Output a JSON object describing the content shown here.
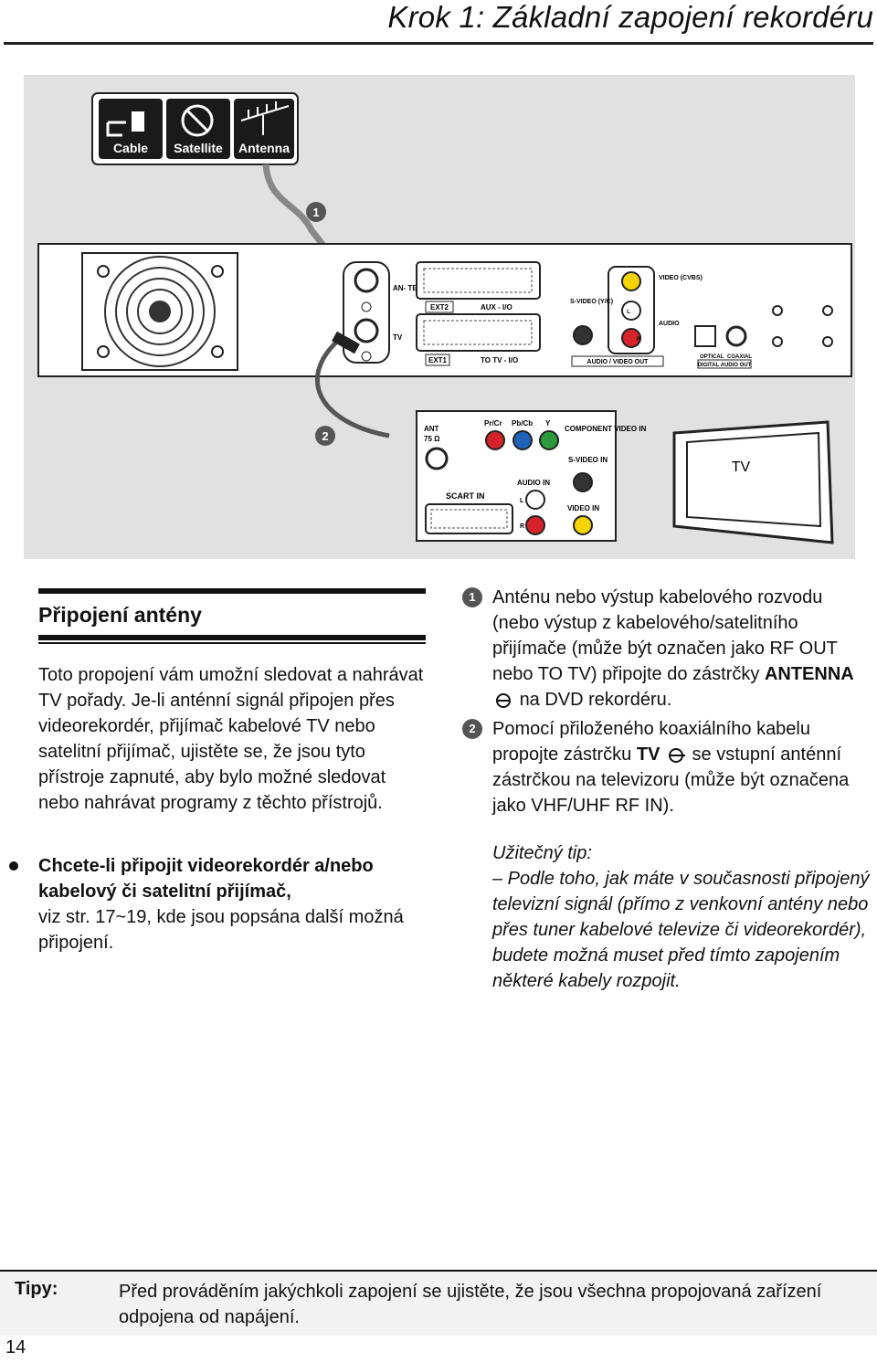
{
  "header": {
    "title": "Krok 1: Základní zapojení rekordéru"
  },
  "diagram": {
    "sources": [
      "Cable",
      "Satellite",
      "Antenna"
    ],
    "step_badges": [
      "1",
      "2"
    ],
    "recorder_labels": {
      "antenna": "AN- TENNA",
      "tv": "TV",
      "ext2": "EXT2",
      "aux": "AUX - I/O",
      "ext1": "EXT1",
      "to_tv": "TO TV - I/O",
      "svideo": "S-VIDEO (Y/C)",
      "video": "VIDEO (CVBS)",
      "audio": "AUDIO",
      "audio_l": "L",
      "audio_r": "R",
      "audio_video_out": "AUDIO / VIDEO OUT",
      "optical": "OPTICAL",
      "coaxial": "COAXIAL",
      "digital_audio_out": "DIGITAL AUDIO OUT"
    },
    "tv_labels": {
      "ant": "ANT",
      "ant_ohm": "75 Ω",
      "pr": "Pr/Cr",
      "pb": "Pb/Cb",
      "y": "Y",
      "component": "COMPONENT VIDEO IN",
      "svideo_in": "S-VIDEO IN",
      "audio_in": "AUDIO IN",
      "l": "L",
      "r": "R",
      "scart_in": "SCART IN",
      "video_in": "VIDEO IN",
      "tv": "TV"
    },
    "colors": {
      "red": "#d6232a",
      "blue": "#1f63b8",
      "green": "#2e9a3e",
      "yellow": "#f5d400",
      "bg": "#e1e1e1"
    }
  },
  "left": {
    "section_title": "Připojení antény",
    "intro": "Toto propojení vám umožní sledovat a nahrávat TV pořady. Je-li anténní signál připojen přes videorekordér, přijímač kabelové TV nebo satelitní přijímač, ujistěte se, že jsou tyto přístroje zapnuté, aby bylo možné sledovat nebo nahrávat programy z těchto přístrojů.",
    "bullet_bold": "Chcete-li připojit videorekordér a/nebo kabelový či satelitní přijímač,",
    "bullet_rest": "viz str. 17~19, kde jsou popsána další možná připojení."
  },
  "right": {
    "step1_num": "1",
    "step1_text": "Anténu nebo výstup kabelového rozvodu (nebo výstup z kabelového/satelitního přijímače (může být označen jako RF OUT nebo TO TV) připojte do zástrčky",
    "step1_bold": "ANTENNA",
    "step1_end": "na DVD rekordéru.",
    "step2_num": "2",
    "step2_text": "Pomocí přiloženého koaxiálního kabelu propojte zástrčku",
    "step2_bold": "TV",
    "step2_end": "se vstupní anténní zástrčkou na televizoru (může být označena jako VHF/UHF RF IN).",
    "tip_title": "Užitečný tip:",
    "tip_text": "– Podle toho, jak máte v současnosti připojený televizní signál (přímo z venkovní antény nebo přes tuner kabelové televize či videorekordér), budete možná muset před tímto zapojením některé kabely rozpojit."
  },
  "footer": {
    "tips_label": "Tipy:",
    "tips_text": "Před prováděním jakýchkoli zapojení se ujistěte, že jsou všechna propojovaná zařízení odpojena od napájení.",
    "page_number": "14"
  }
}
